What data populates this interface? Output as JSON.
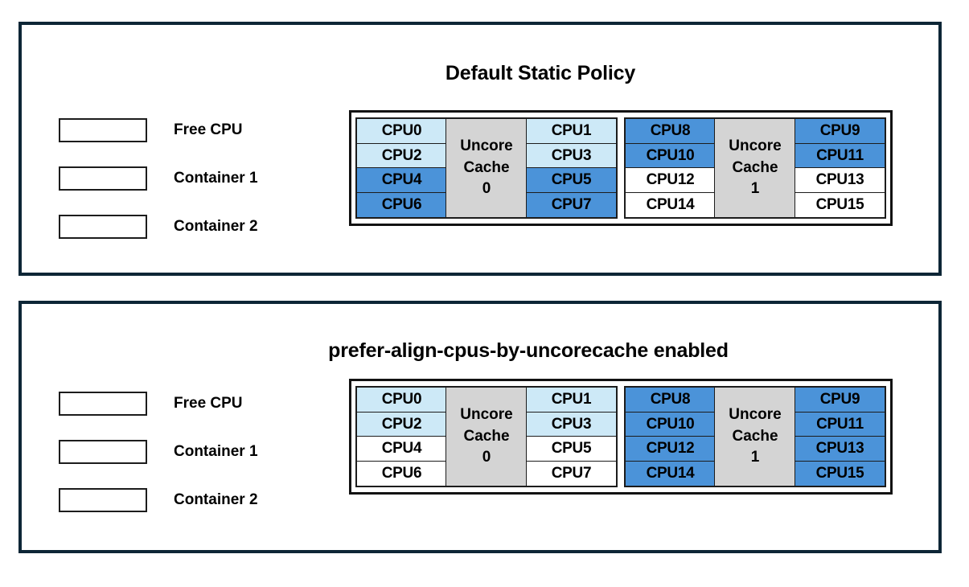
{
  "colors": {
    "panel_border": "#0d2636",
    "free_cpu": "#ffffff",
    "container1": "#cde9f7",
    "container2": "#4b93d9",
    "uncore_cache": "#d4d4d4",
    "cell_border": "#1c1c1c",
    "text": "#000000"
  },
  "legend_labels": {
    "free": "Free CPU",
    "container1": "Container 1",
    "container2": "Container 2"
  },
  "panels": [
    {
      "title": "Default Static Policy",
      "legend": [
        {
          "label": "Free CPU",
          "state": "free"
        },
        {
          "label": "Container 1",
          "state": "c1"
        },
        {
          "label": "Container 2",
          "state": "c2"
        }
      ],
      "caches": [
        {
          "name_line1": "Uncore",
          "name_line2": "Cache",
          "index": "0",
          "left_column": [
            {
              "label": "CPU0",
              "state": "c1"
            },
            {
              "label": "CPU2",
              "state": "c1"
            },
            {
              "label": "CPU4",
              "state": "c2"
            },
            {
              "label": "CPU6",
              "state": "c2"
            }
          ],
          "right_column": [
            {
              "label": "CPU1",
              "state": "c1"
            },
            {
              "label": "CPU3",
              "state": "c1"
            },
            {
              "label": "CPU5",
              "state": "c2"
            },
            {
              "label": "CPU7",
              "state": "c2"
            }
          ]
        },
        {
          "name_line1": "Uncore",
          "name_line2": "Cache",
          "index": "1",
          "left_column": [
            {
              "label": "CPU8",
              "state": "c2"
            },
            {
              "label": "CPU10",
              "state": "c2"
            },
            {
              "label": "CPU12",
              "state": "free"
            },
            {
              "label": "CPU14",
              "state": "free"
            }
          ],
          "right_column": [
            {
              "label": "CPU9",
              "state": "c2"
            },
            {
              "label": "CPU11",
              "state": "c2"
            },
            {
              "label": "CPU13",
              "state": "free"
            },
            {
              "label": "CPU15",
              "state": "free"
            }
          ]
        }
      ]
    },
    {
      "title": "prefer-align-cpus-by-uncorecache enabled",
      "legend": [
        {
          "label": "Free CPU",
          "state": "free"
        },
        {
          "label": "Container 1",
          "state": "c1"
        },
        {
          "label": "Container 2",
          "state": "c2"
        }
      ],
      "caches": [
        {
          "name_line1": "Uncore",
          "name_line2": "Cache",
          "index": "0",
          "left_column": [
            {
              "label": "CPU0",
              "state": "c1"
            },
            {
              "label": "CPU2",
              "state": "c1"
            },
            {
              "label": "CPU4",
              "state": "free"
            },
            {
              "label": "CPU6",
              "state": "free"
            }
          ],
          "right_column": [
            {
              "label": "CPU1",
              "state": "c1"
            },
            {
              "label": "CPU3",
              "state": "c1"
            },
            {
              "label": "CPU5",
              "state": "free"
            },
            {
              "label": "CPU7",
              "state": "free"
            }
          ]
        },
        {
          "name_line1": "Uncore",
          "name_line2": "Cache",
          "index": "1",
          "left_column": [
            {
              "label": "CPU8",
              "state": "c2"
            },
            {
              "label": "CPU10",
              "state": "c2"
            },
            {
              "label": "CPU12",
              "state": "c2"
            },
            {
              "label": "CPU14",
              "state": "c2"
            }
          ],
          "right_column": [
            {
              "label": "CPU9",
              "state": "c2"
            },
            {
              "label": "CPU11",
              "state": "c2"
            },
            {
              "label": "CPU13",
              "state": "c2"
            },
            {
              "label": "CPU15",
              "state": "c2"
            }
          ]
        }
      ]
    }
  ]
}
